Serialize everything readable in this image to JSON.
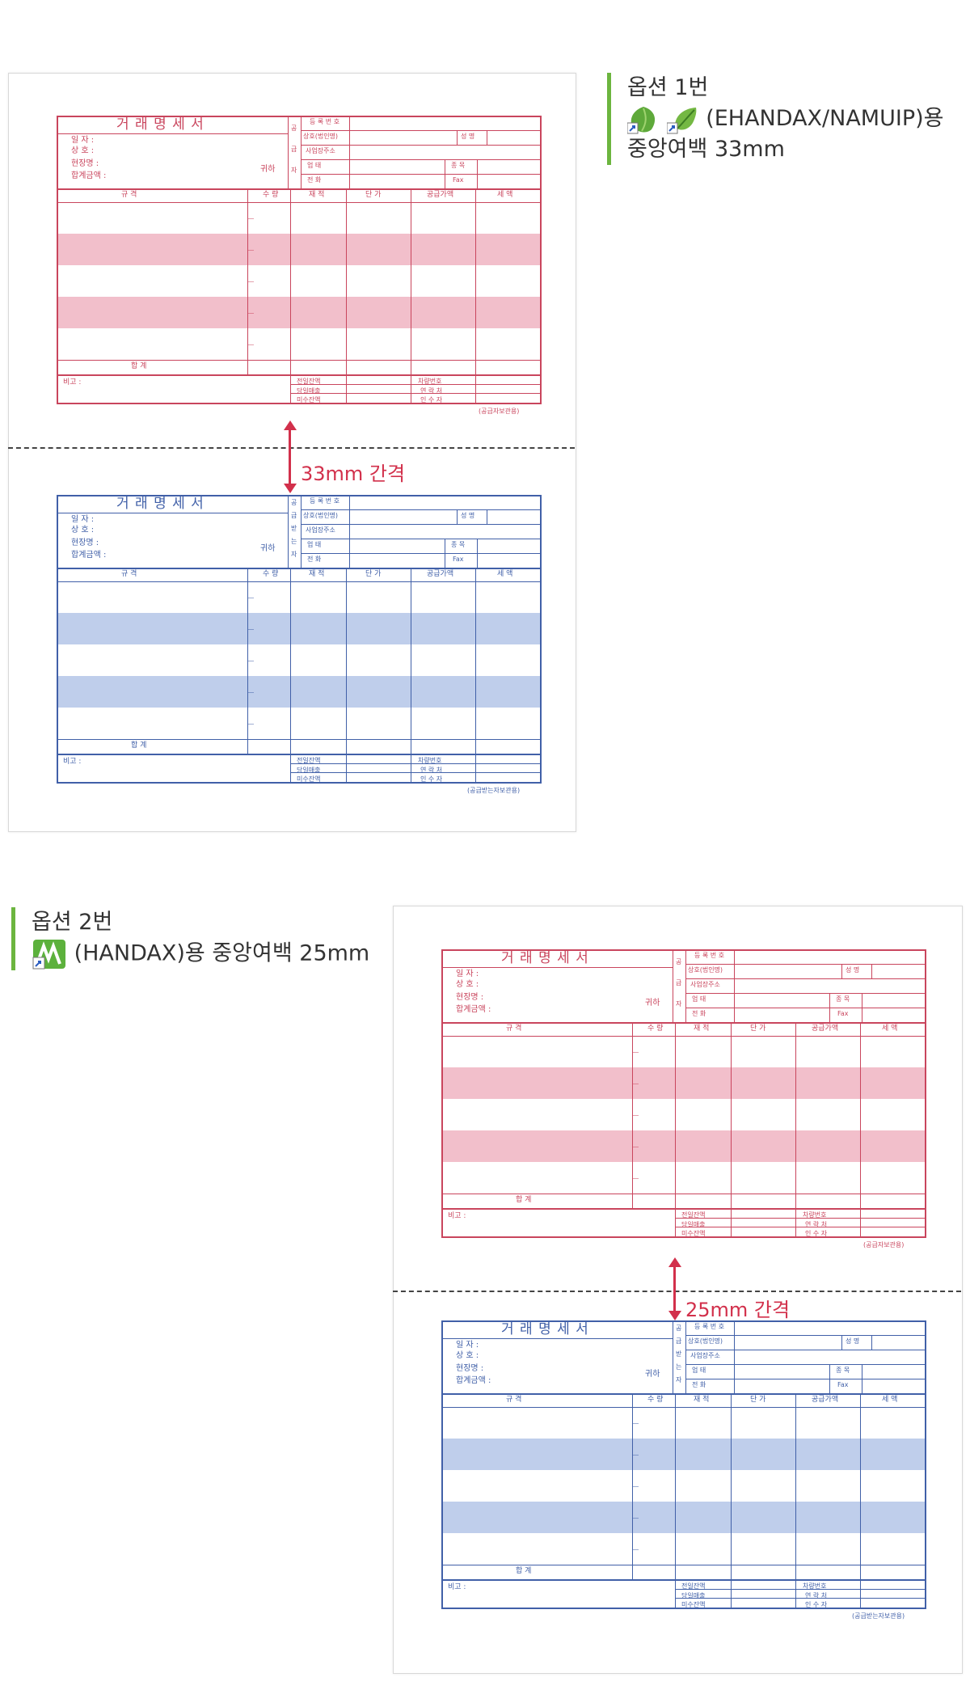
{
  "option1": {
    "title": "옵션 1번",
    "line2": "(EHANDAX/NAMUIP)용",
    "line3": "중앙여백 33mm",
    "icons": [
      "ehandax-leaf-icon",
      "namuip-leaf-icon"
    ],
    "gap_label": "33mm 간격"
  },
  "option2": {
    "title": "옵션 2번",
    "line2": "(HANDAX)용 중앙여백 25mm",
    "icons": [
      "handax-app-icon"
    ],
    "gap_label": "25mm 간격"
  },
  "form": {
    "title": "거 래 명 세 서",
    "fields": {
      "date": "일    자 :",
      "company": "상    호 :",
      "site": "현장명 :",
      "total": "합계금액 :"
    },
    "honorific": "귀하",
    "supplier": [
      "공",
      "급",
      "자"
    ],
    "receiver": [
      "공",
      "급",
      "받",
      "는",
      "자"
    ],
    "reg_no": "등 록 번 호",
    "corp_name": "상호(법인명)",
    "rep_name": "성   명",
    "address": "사업장주소",
    "biz_type": "업        태",
    "biz_item": "종 목",
    "phone": "전        화",
    "fax": "Fax",
    "columns": [
      "규          격",
      "수 량",
      "재 적",
      "단   가",
      "공급가액",
      "세    액"
    ],
    "sum_label": "합        계",
    "remarks": "비고 :",
    "prev_balance": "전일잔액",
    "today_sales": "당일매출",
    "unpaid": "미수잔액",
    "vehicle_no": "차량번호",
    "contact": "연 락 처",
    "receiver_sign": "인 수 자",
    "supplier_copy": "(공급자보관용)",
    "receiver_copy": "(공급받는자보관용)"
  },
  "colors": {
    "red": "#c9455d",
    "red_band": "#eeaab9",
    "blue": "#4160a8",
    "blue_band": "#a9bde4",
    "accent": "#d2304b",
    "green": "#6cb53f"
  }
}
